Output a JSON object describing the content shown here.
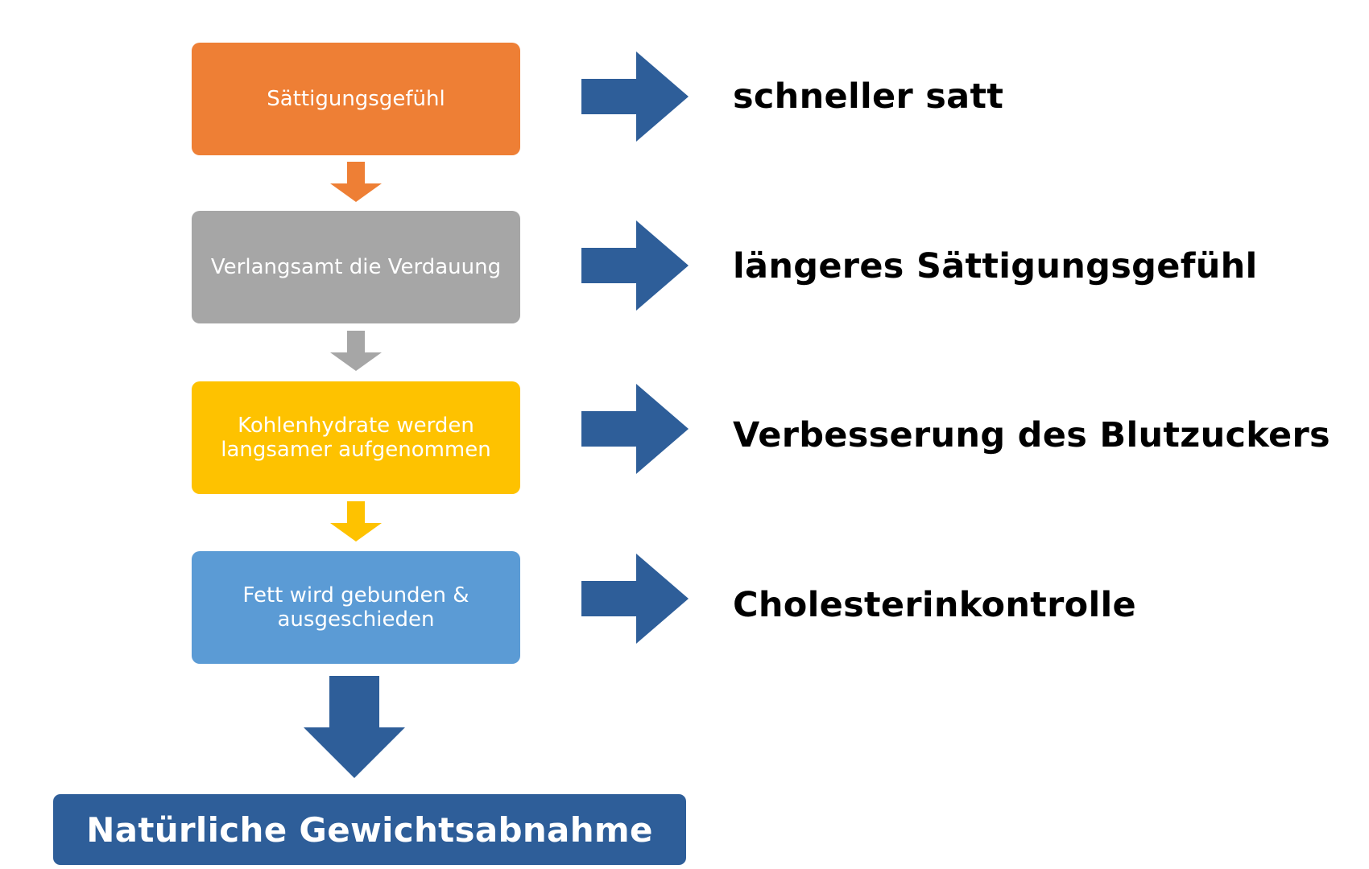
{
  "colors": {
    "step1": "#ee7f35",
    "step2": "#a6a6a6",
    "step3": "#fec200",
    "step4": "#5b9bd5",
    "arrow_blue": "#2e5e99",
    "result": "#2e5e99",
    "effect_text": "#000000"
  },
  "steps": [
    {
      "label": "Sättigungsgefühl",
      "color": "#ee7f35",
      "effect": "schneller satt"
    },
    {
      "label": "Verlangsamt die Verdauung",
      "color": "#a6a6a6",
      "effect": "längeres Sättigungsgefühl"
    },
    {
      "label": "Kohlenhydrate werden langsamer aufgenommen",
      "color": "#fec200",
      "effect": "Verbesserung des Blutzuckers"
    },
    {
      "label": "Fett wird gebunden & ausgeschieden",
      "color": "#5b9bd5",
      "effect": "Cholesterinkontrolle"
    }
  ],
  "result": {
    "label": "Natürliche Gewichtsabnahme"
  },
  "icons": {
    "side_arrow": "arrow-right-icon",
    "down_arrow": "arrow-down-icon"
  }
}
